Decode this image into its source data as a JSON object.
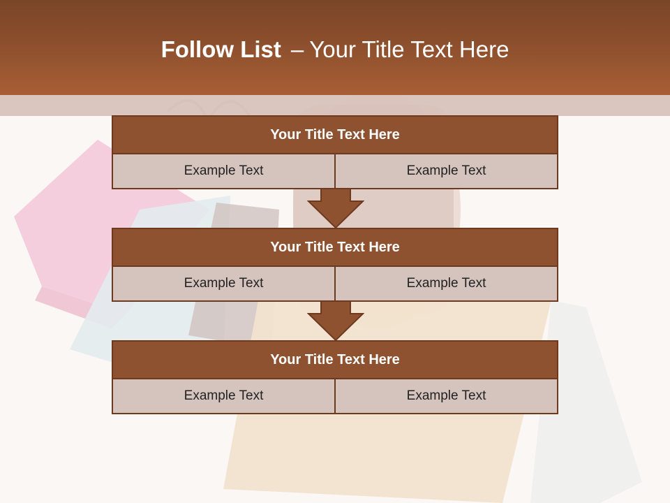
{
  "slide": {
    "title_bold": "Follow List",
    "title_separator": "–",
    "title_rest": "Your Title Text Here"
  },
  "blocks": [
    {
      "title": "Your Title Text Here",
      "left": "Example Text",
      "right": "Example Text"
    },
    {
      "title": "Your Title Text Here",
      "left": "Example Text",
      "right": "Example Text"
    },
    {
      "title": "Your Title Text Here",
      "left": "Example Text",
      "right": "Example Text"
    }
  ],
  "colors": {
    "header": "#8c4f2d",
    "block_title": "#8f5230",
    "cell": "#d5c4bd",
    "arrow": "#8f5230"
  }
}
